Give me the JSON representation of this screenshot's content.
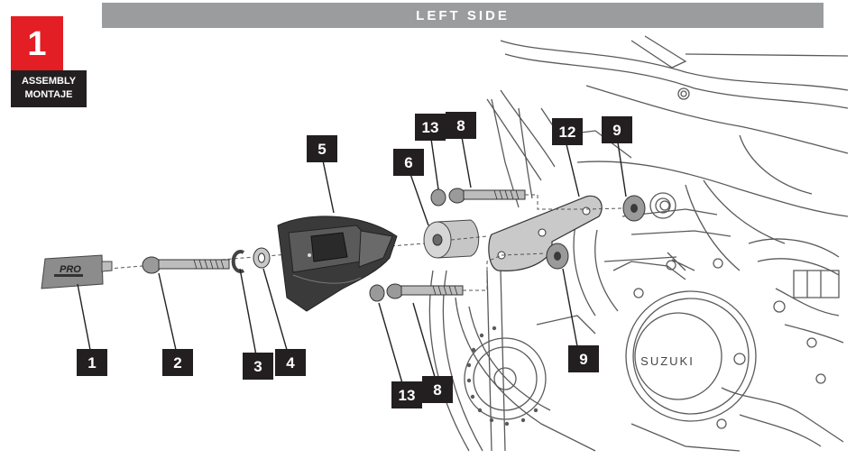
{
  "header": {
    "title": "LEFT SIDE"
  },
  "step": {
    "number": "1",
    "label_line1": "ASSEMBLY",
    "label_line2": "MONTAJE"
  },
  "colors": {
    "header_gray": "#9a9c9e",
    "step_red": "#e31e24",
    "callout_black": "#231f20",
    "line_art": "#555555",
    "part_dark": "#3a3a3a"
  },
  "engine": {
    "brand_text": "SUZUKI"
  },
  "badge": {
    "logo_text": "PRO",
    "logo_is_picture": true
  },
  "callouts": [
    {
      "id": "c1",
      "text": "1"
    },
    {
      "id": "c2",
      "text": "2"
    },
    {
      "id": "c3",
      "text": "3"
    },
    {
      "id": "c4",
      "text": "4"
    },
    {
      "id": "c5",
      "text": "5"
    },
    {
      "id": "c6",
      "text": "6"
    },
    {
      "id": "c13a",
      "text": "13"
    },
    {
      "id": "c8a",
      "text": "8"
    },
    {
      "id": "c12",
      "text": "12"
    },
    {
      "id": "c9a",
      "text": "9"
    },
    {
      "id": "c9b",
      "text": "9"
    },
    {
      "id": "c13b",
      "text": "13"
    },
    {
      "id": "c8b",
      "text": "8"
    }
  ]
}
